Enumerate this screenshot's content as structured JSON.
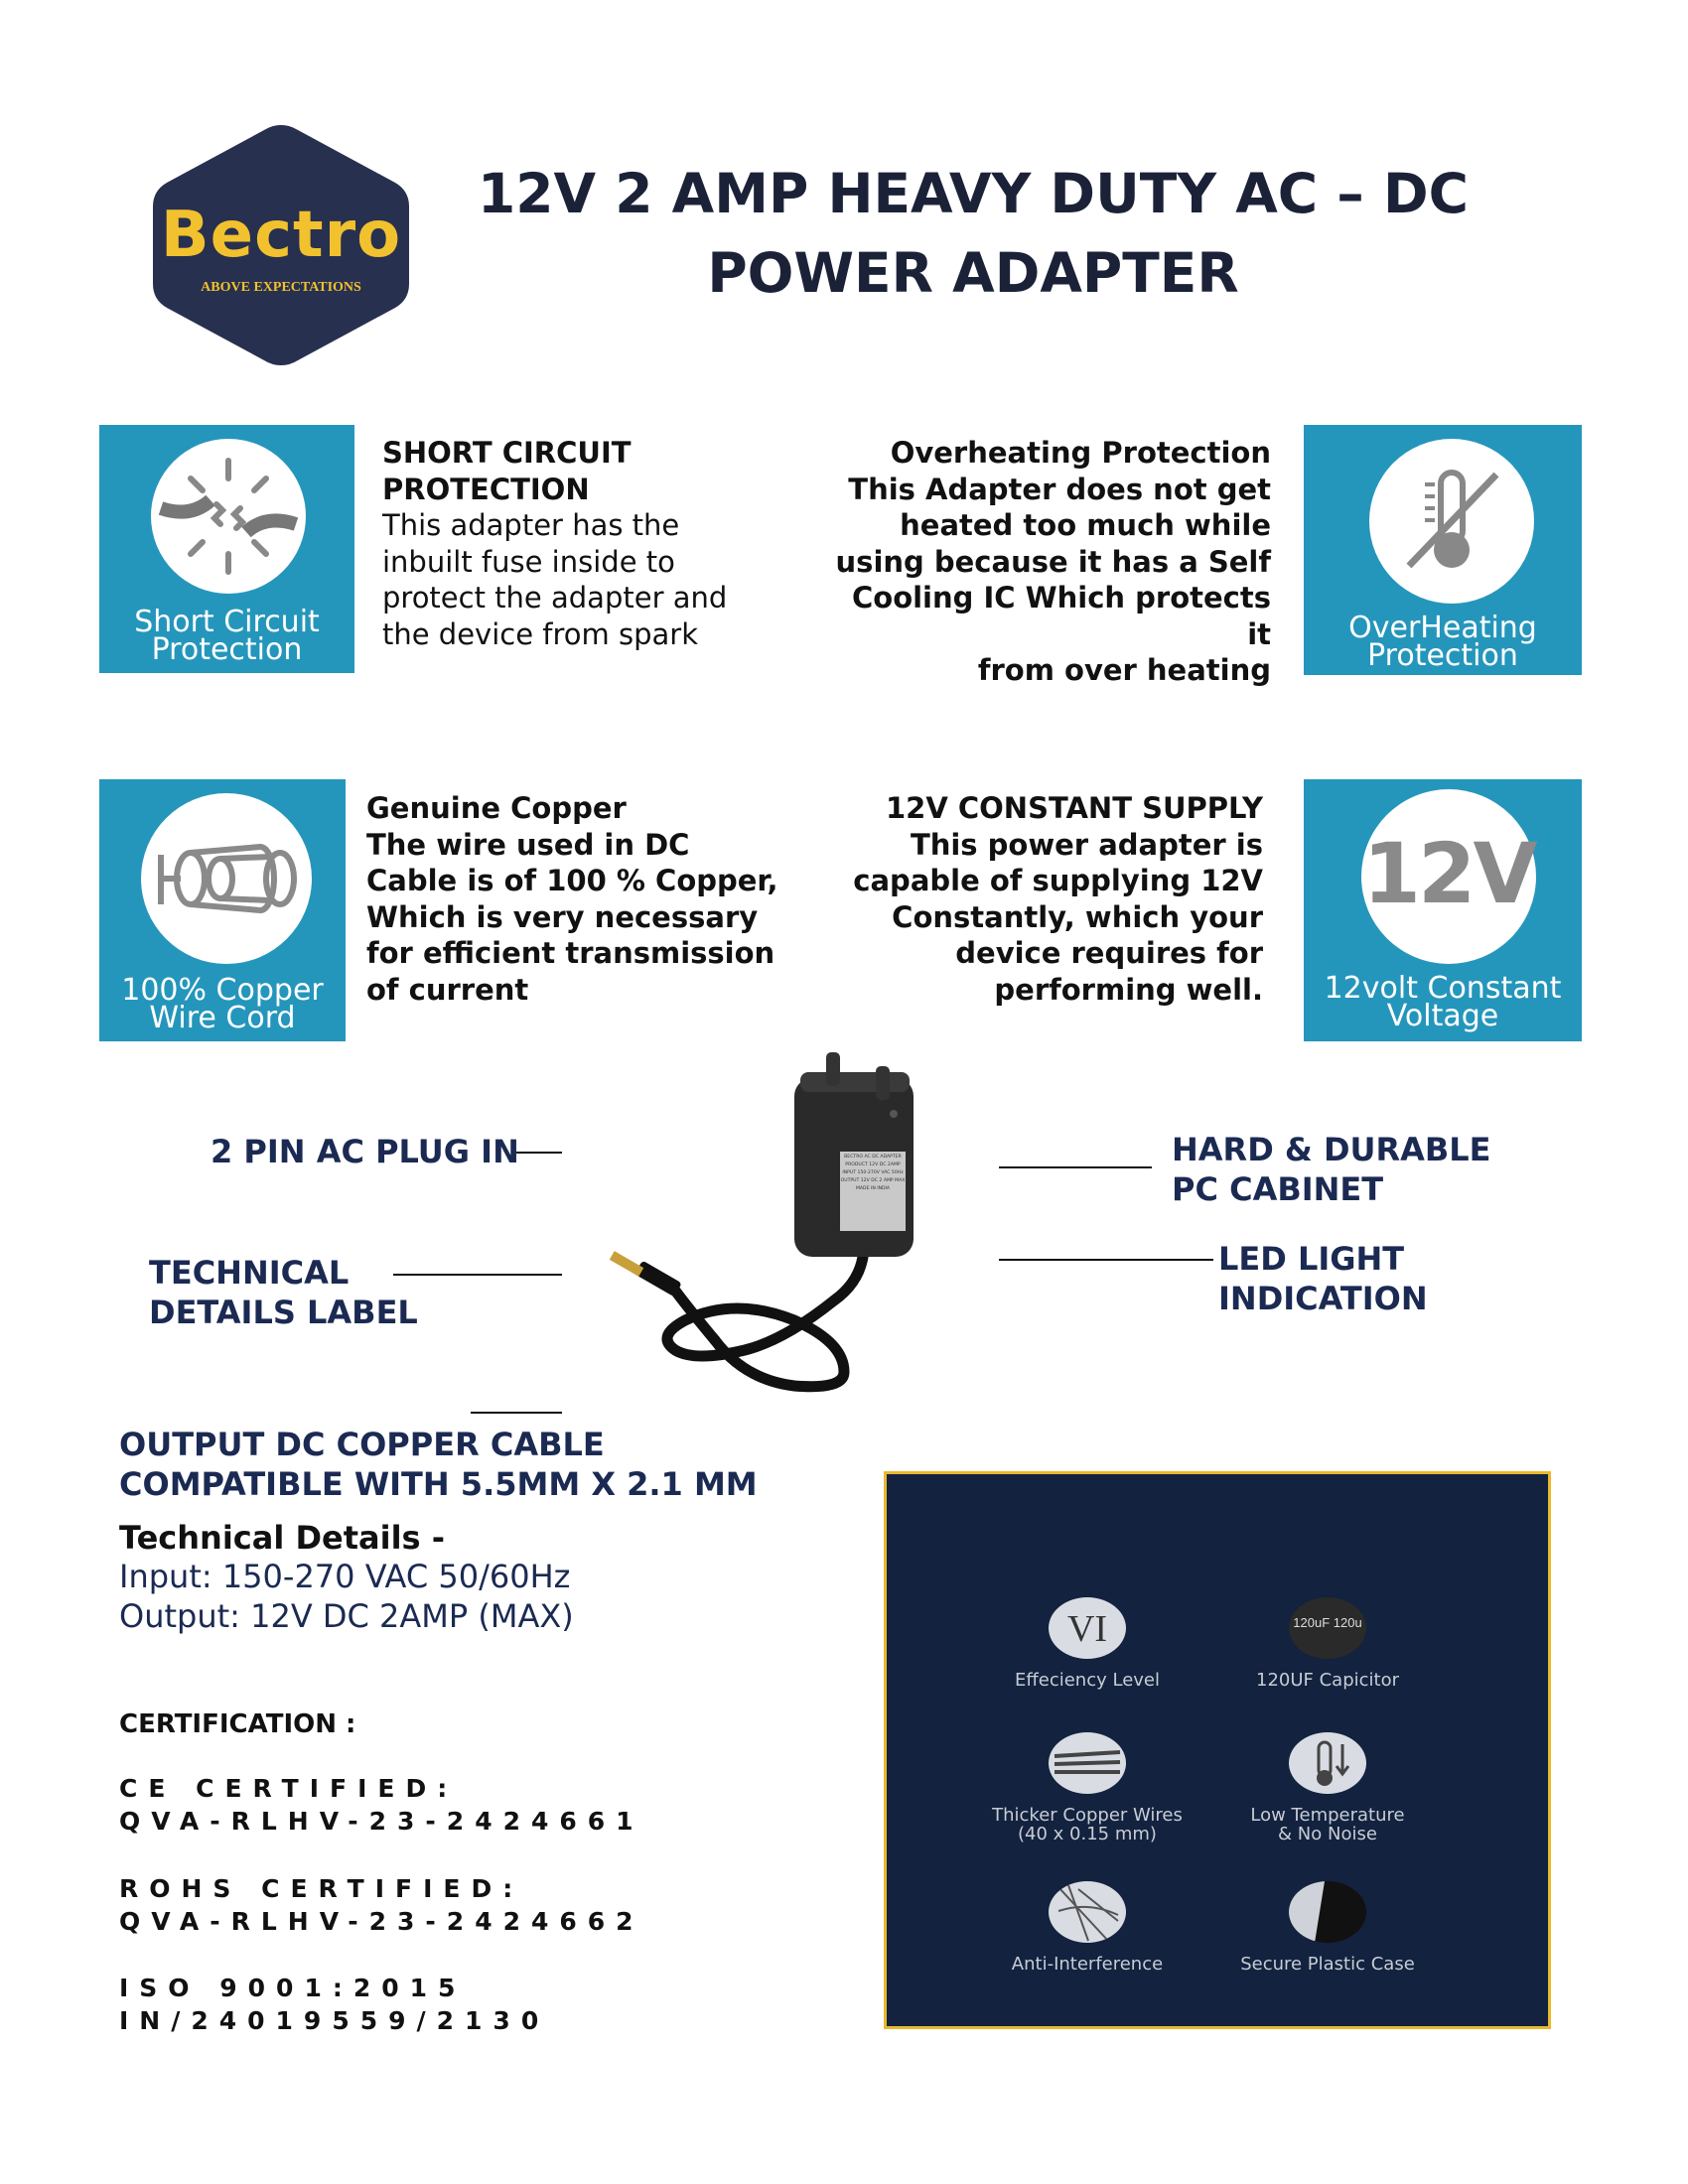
{
  "brand": {
    "name": "Bectro",
    "tagline": "ABOVE EXPECTATIONS"
  },
  "title": {
    "line1": "12V 2 AMP HEAVY DUTY AC – DC",
    "line2": "POWER ADAPTER"
  },
  "features": [
    {
      "tile_label_1": "Short Circuit",
      "tile_label_2": "Protection",
      "heading_1": "SHORT CIRCUIT",
      "heading_2": "PROTECTION",
      "lines": [
        "This adapter has the",
        "inbuilt fuse inside to",
        "protect the adapter and",
        "the device from spark"
      ]
    },
    {
      "tile_label_1": "OverHeating",
      "tile_label_2": "Protection",
      "heading_1": "Overheating Protection",
      "lines": [
        "This Adapter does not get",
        "heated too much while",
        "using because it has a Self",
        "Cooling IC Which protects it",
        "from over heating"
      ]
    },
    {
      "tile_label_1": "100% Copper",
      "tile_label_2": "Wire Cord",
      "heading_1": "Genuine Copper",
      "lines": [
        "The wire used in DC",
        "Cable is of 100 % Copper,",
        "Which is very necessary",
        "for efficient transmission",
        "of current"
      ]
    },
    {
      "tile_big": "12V",
      "tile_label_1": "12volt Constant",
      "tile_label_2": "Voltage",
      "heading_1": "12V CONSTANT SUPPLY",
      "lines": [
        "This power adapter is",
        "capable of  supplying 12V",
        "Constantly, which your",
        "device requires for",
        "performing well."
      ]
    }
  ],
  "callouts": {
    "plug": "2 PIN AC PLUG IN",
    "label_1": "TECHNICAL",
    "label_2": "DETAILS LABEL",
    "cabinet_1": "HARD & DURABLE",
    "cabinet_2": "PC CABINET",
    "led_1": "LED LIGHT",
    "led_2": "INDICATION",
    "cable_1": "OUTPUT DC COPPER CABLE",
    "cable_2": "COMPATIBLE WITH 5.5MM X 2.1 MM"
  },
  "adapter_label_lines": [
    "BECTRO AC DC ADAPTER",
    "PRODUCT 12V DC 2AMP",
    "INPUT 150-270V VAC 50Hz",
    "OUTPUT 12V DC 2 AMP MAX",
    "MADE IN INDIA"
  ],
  "technical": {
    "title": "Technical Details -",
    "input": "Input: 150-270 VAC 50/60Hz",
    "output": "Output: 12V DC 2AMP (MAX)"
  },
  "certification": {
    "title": "CERTIFICATION :",
    "ce_1": "CE CERTIFIED:",
    "ce_2": "QVA-RLHV-23-2424661",
    "rohs_1": "ROHS CERTIFIED:",
    "rohs_2": "QVA-RLHV-23-2424662",
    "iso_1": "ISO 9001:2015",
    "iso_2": "IN/24019559/2130"
  },
  "panel": {
    "items": [
      {
        "icon": "roman-six-icon",
        "glyph": "VI",
        "caption_1": "Effeciency Level",
        "caption_2": ""
      },
      {
        "icon": "capacitor-icon",
        "glyph": "120uF 120u",
        "caption_1": "120UF Capicitor",
        "caption_2": ""
      },
      {
        "icon": "wires-icon",
        "glyph": "",
        "caption_1": "Thicker Copper Wires",
        "caption_2": "(40 x 0.15 mm)"
      },
      {
        "icon": "thermometer-icon",
        "glyph": "",
        "caption_1": "Low Temperature",
        "caption_2": "& No Noise"
      },
      {
        "icon": "interference-icon",
        "glyph": "",
        "caption_1": "Anti-Interference",
        "caption_2": ""
      },
      {
        "icon": "plastic-case-icon",
        "glyph": "",
        "caption_1": "Secure Plastic Case",
        "caption_2": ""
      }
    ]
  },
  "colors": {
    "tile": "#2596BB",
    "navy": "#1b2a52",
    "panel": "#12223f",
    "panel_border": "#E9B92E",
    "logo_bg": "#27304f",
    "logo_text": "#F2C12E"
  }
}
